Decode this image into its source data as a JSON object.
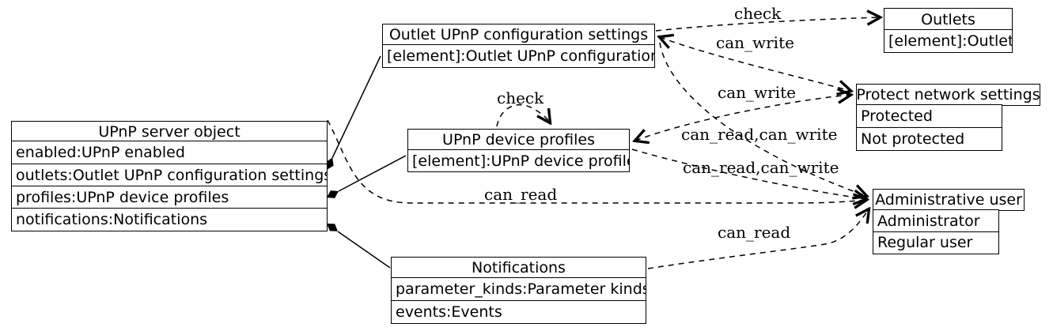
{
  "diagram": {
    "nodes": {
      "server": {
        "title": "UPnP server object",
        "rows": [
          "enabled:UPnP enabled",
          "outlets:Outlet UPnP configuration settings",
          "profiles:UPnP device profiles",
          "notifications:Notifications"
        ]
      },
      "outlet_config": {
        "title": "Outlet UPnP configuration settings",
        "rows": [
          "[element]:Outlet UPnP configuration"
        ]
      },
      "device_profiles": {
        "title": "UPnP device profiles",
        "rows": [
          "[element]:UPnP device profile"
        ]
      },
      "notifications": {
        "title": "Notifications",
        "rows": [
          "parameter_kinds:Parameter kinds",
          "events:Events"
        ]
      },
      "outlets": {
        "title": "Outlets",
        "rows": [
          "[element]:Outlet"
        ]
      },
      "protect": {
        "title": "Protect network settings",
        "rows": [
          "Protected",
          "Not protected"
        ]
      },
      "admin": {
        "title": "Administrative user",
        "rows": [
          "Administrator",
          "Regular user"
        ]
      }
    },
    "edge_labels": {
      "check_outlets": "check",
      "can_write_outlet": "can_write",
      "can_write_profiles": "can_write",
      "crw_outlet": "can_read,can_write",
      "crw_profiles": "can_read,can_write",
      "check_self": "check",
      "can_read_server": "can_read",
      "can_read_notifications": "can_read"
    },
    "colors": {
      "stroke": "#000000",
      "background": "#ffffff"
    }
  }
}
